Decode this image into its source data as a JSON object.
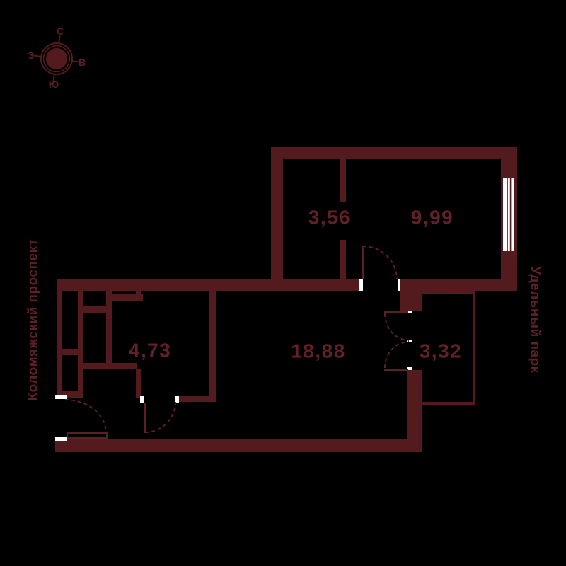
{
  "colors": {
    "background": "#000000",
    "wall": "#541B1E",
    "label": "#622129",
    "opening_white": "#FFFFFF"
  },
  "compass": {
    "north": "С",
    "east": "В",
    "south": "Ю",
    "west": "З"
  },
  "streets": {
    "left": "Коломяжский проспект",
    "right": "Удельный парк"
  },
  "rooms": {
    "r356": {
      "area": "3,56"
    },
    "r999": {
      "area": "9,99"
    },
    "r473": {
      "area": "4,73"
    },
    "r1888": {
      "area": "18,88"
    },
    "r332": {
      "area": "3,32"
    }
  }
}
